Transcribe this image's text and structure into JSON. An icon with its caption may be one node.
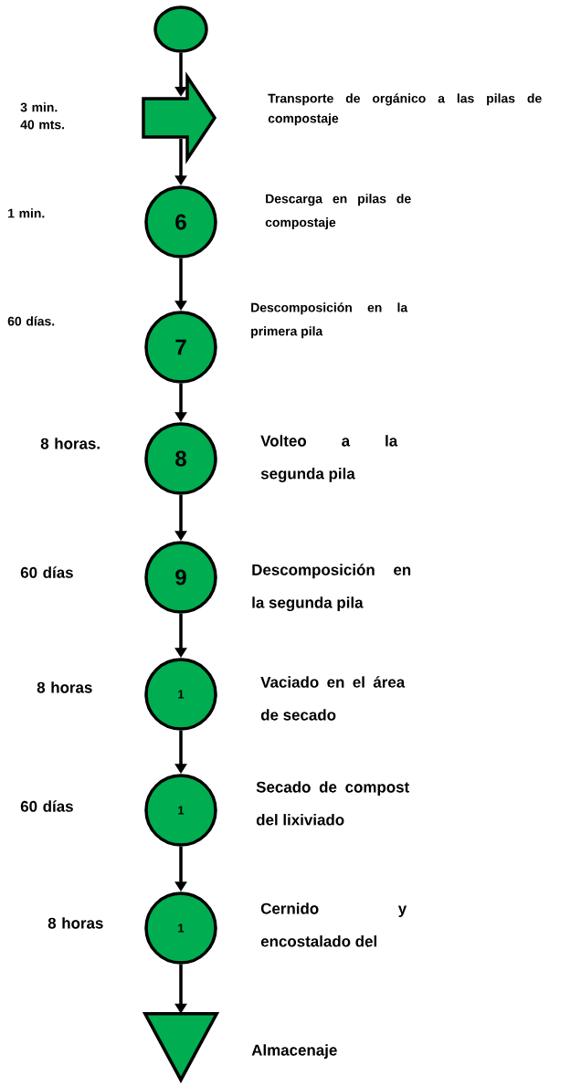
{
  "diagram": {
    "nodes": [
      {
        "text": [],
        "shape": "ellipse"
      },
      {
        "text": [],
        "shape": "arrow"
      },
      {
        "text": [
          "6"
        ],
        "beside": [
          "Descarga en pilas de compostaje"
        ]
      },
      {
        "text": [
          "7"
        ],
        "beside": [
          "Descomposición en la primera pila"
        ]
      },
      {
        "text": [
          "8"
        ],
        "beside": [
          "Volteo a la segunda pila"
        ]
      },
      {
        "text": [
          "9"
        ],
        "beside": [
          "Descomposición en la segunda pila"
        ]
      },
      {
        "text": [
          "1"
        ],
        "beside": [
          "Vaciado en el área de secado"
        ]
      },
      {
        "text": [
          "1"
        ],
        "beside": [
          "Secado de compost del lixiviado"
        ]
      },
      {
        "text": [
          "1"
        ],
        "beside": [
          "Cernido y encostalado del"
        ]
      },
      {
        "text": [],
        "shape": "triangle",
        "beside": [
          "Almacenaje"
        ]
      }
    ],
    "edges": [
      {
        "from": 0,
        "to": 1,
        "arrow": "to"
      },
      {
        "from": 1,
        "to": 2,
        "arrow": "to"
      },
      {
        "from": 2,
        "to": 3,
        "arrow": "to"
      },
      {
        "from": 3,
        "to": 4,
        "arrow": "to"
      },
      {
        "from": 4,
        "to": 5,
        "arrow": "to"
      },
      {
        "from": 5,
        "to": 6,
        "arrow": "to"
      },
      {
        "from": 6,
        "to": 7,
        "arrow": "to"
      },
      {
        "from": 7,
        "to": 8,
        "arrow": "to"
      },
      {
        "from": 8,
        "to": 9,
        "arrow": "to"
      }
    ],
    "labels": [
      "3 min. 40 mts.",
      "Transporte de orgánico a las pilas de compostaje",
      "1 min.",
      "60 días.",
      "8 horas.",
      "60 días",
      "8 horas",
      "60 días",
      "8 horas"
    ]
  }
}
